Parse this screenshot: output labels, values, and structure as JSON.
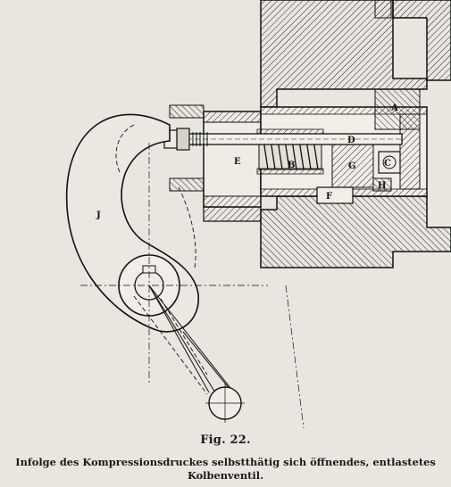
{
  "figure": {
    "number": "Fig. 22.",
    "labels": {
      "A": "A",
      "B": "B",
      "C": "C",
      "D": "D",
      "E": "E",
      "F": "F",
      "G": "G",
      "H": "H",
      "J": "J"
    }
  },
  "caption": {
    "line1": "Infolge des Kompressionsdruckes selbstthätig sich öffnendes, entlastetes",
    "line2": "Kolbenventil."
  }
}
